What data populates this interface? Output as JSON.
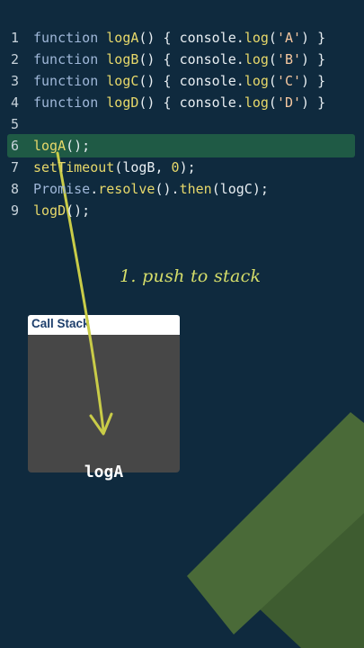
{
  "code": {
    "lines": [
      {
        "num": "1",
        "t": [
          [
            "function",
            "kw"
          ],
          [
            " ",
            "plain"
          ],
          [
            "logA",
            "fn"
          ],
          [
            "() { ",
            "plain"
          ],
          [
            "console",
            "plain"
          ],
          [
            ".",
            "plain"
          ],
          [
            "log",
            "fn"
          ],
          [
            "(",
            "plain"
          ],
          [
            "'A'",
            "str"
          ],
          [
            ") }",
            "plain"
          ]
        ]
      },
      {
        "num": "2",
        "t": [
          [
            "function",
            "kw"
          ],
          [
            " ",
            "plain"
          ],
          [
            "logB",
            "fn"
          ],
          [
            "() { ",
            "plain"
          ],
          [
            "console",
            "plain"
          ],
          [
            ".",
            "plain"
          ],
          [
            "log",
            "fn"
          ],
          [
            "(",
            "plain"
          ],
          [
            "'B'",
            "str"
          ],
          [
            ") }",
            "plain"
          ]
        ]
      },
      {
        "num": "3",
        "t": [
          [
            "function",
            "kw"
          ],
          [
            " ",
            "plain"
          ],
          [
            "logC",
            "fn"
          ],
          [
            "() { ",
            "plain"
          ],
          [
            "console",
            "plain"
          ],
          [
            ".",
            "plain"
          ],
          [
            "log",
            "fn"
          ],
          [
            "(",
            "plain"
          ],
          [
            "'C'",
            "str"
          ],
          [
            ") }",
            "plain"
          ]
        ]
      },
      {
        "num": "4",
        "t": [
          [
            "function",
            "kw"
          ],
          [
            " ",
            "plain"
          ],
          [
            "logD",
            "fn"
          ],
          [
            "() { ",
            "plain"
          ],
          [
            "console",
            "plain"
          ],
          [
            ".",
            "plain"
          ],
          [
            "log",
            "fn"
          ],
          [
            "(",
            "plain"
          ],
          [
            "'D'",
            "str"
          ],
          [
            ") }",
            "plain"
          ]
        ]
      },
      {
        "num": "5",
        "t": []
      },
      {
        "num": "6",
        "t": [
          [
            "logA",
            "fn"
          ],
          [
            "();",
            "plain"
          ]
        ],
        "highlight": true
      },
      {
        "num": "7",
        "t": [
          [
            "setTimeout",
            "fn"
          ],
          [
            "(",
            "plain"
          ],
          [
            "logB",
            "plain"
          ],
          [
            ", ",
            "plain"
          ],
          [
            "0",
            "fn"
          ],
          [
            ");",
            "plain"
          ]
        ]
      },
      {
        "num": "8",
        "t": [
          [
            "Promise",
            "obj"
          ],
          [
            ".",
            "plain"
          ],
          [
            "resolve",
            "fn"
          ],
          [
            "().",
            "plain"
          ],
          [
            "then",
            "fn"
          ],
          [
            "(",
            "plain"
          ],
          [
            "logC",
            "plain"
          ],
          [
            ");",
            "plain"
          ]
        ]
      },
      {
        "num": "9",
        "t": [
          [
            "logD",
            "fn"
          ],
          [
            "();",
            "plain"
          ]
        ]
      }
    ]
  },
  "annotation": "1. push to stack",
  "call_stack": {
    "title": "Call Stack",
    "frames": [
      "logA"
    ]
  },
  "colors": {
    "background": "#0f2a3e",
    "highlight": "#1f5a45",
    "accent": "#d6de6a",
    "deco_green": "#4a6a38"
  }
}
